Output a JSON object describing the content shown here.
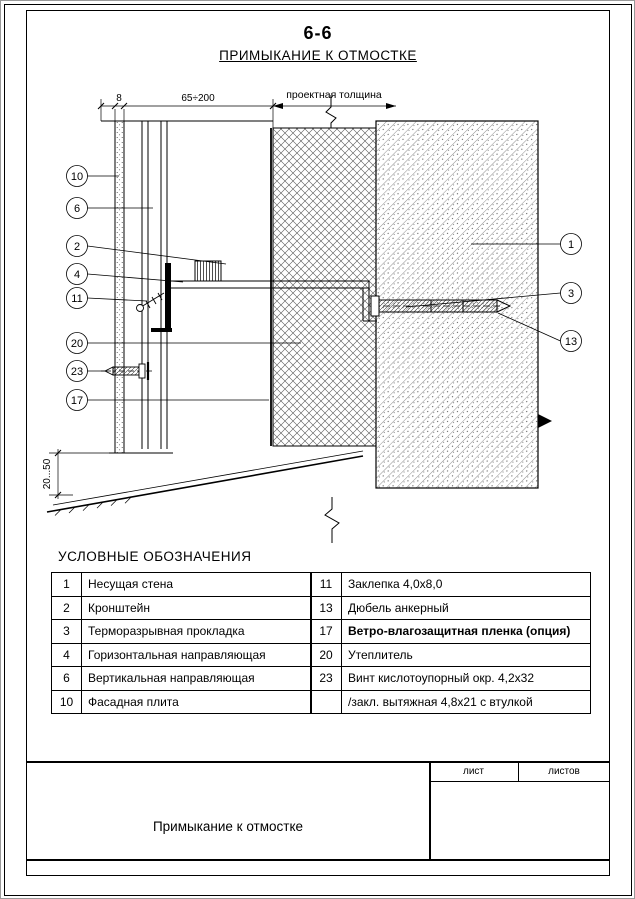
{
  "header": {
    "section": "6-6",
    "title": "ПРИМЫКАНИЕ К ОТМОСТКЕ"
  },
  "drawing": {
    "dims": {
      "panel_thickness": "8",
      "bracket_range": "65÷200",
      "design_thickness": "проектная толщина",
      "ground_offset": "20...50"
    },
    "callouts_left": [
      "10",
      "6",
      "2",
      "4",
      "11",
      "20",
      "23",
      "17"
    ],
    "callouts_right": [
      "1",
      "3",
      "13"
    ]
  },
  "legend": {
    "heading": "УСЛОВНЫЕ ОБОЗНАЧЕНИЯ",
    "left_rows": [
      {
        "num": "1",
        "text": "Несущая стена"
      },
      {
        "num": "2",
        "text": "Кронштейн"
      },
      {
        "num": "3",
        "text": "Терморазрывная прокладка"
      },
      {
        "num": "4",
        "text": "Горизонтальная направляющая"
      },
      {
        "num": "6",
        "text": "Вертикальная направляющая"
      },
      {
        "num": "10",
        "text": "Фасадная плита"
      }
    ],
    "right_rows": [
      {
        "num": "11",
        "text": "Заклепка 4,0х8,0"
      },
      {
        "num": "13",
        "text": "Дюбель анкерный"
      },
      {
        "num": "17",
        "text": "Ветро-влагозащитная пленка (опция)"
      },
      {
        "num": "20",
        "text": "Утеплитель"
      },
      {
        "num": "23",
        "text": "Винт кислотоупорный окр. 4,2х32"
      },
      {
        "num": "",
        "text": "/закл. вытяжная 4,8х21 с втулкой"
      }
    ]
  },
  "title_block": {
    "sheet_label": "лист",
    "sheets_label": "листов",
    "caption": "Примыкание к отмостке"
  },
  "colors": {
    "ink": "#000000",
    "paper": "#ffffff"
  }
}
